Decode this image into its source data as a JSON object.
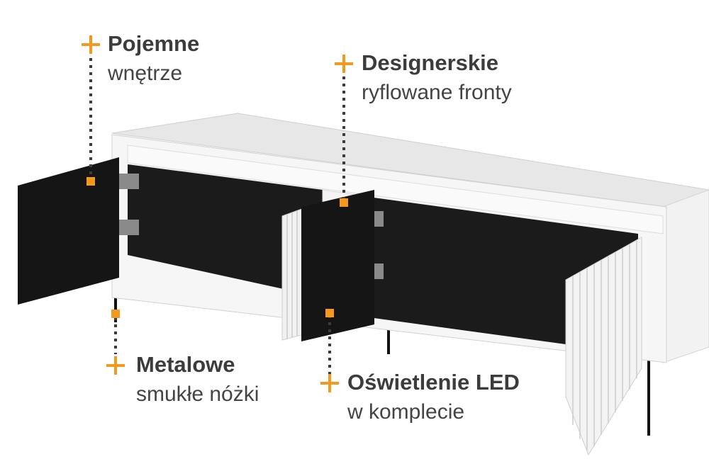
{
  "accent_color": "#f39a1e",
  "callouts": [
    {
      "title": "Pojemne",
      "subtitle": "wnętrze"
    },
    {
      "title": "Designerskie",
      "subtitle": "ryflowane fronty"
    },
    {
      "title": "Metalowe",
      "subtitle": "smukłe nóżki"
    },
    {
      "title": "Oświetlenie LED",
      "subtitle": "w komplecie"
    }
  ]
}
